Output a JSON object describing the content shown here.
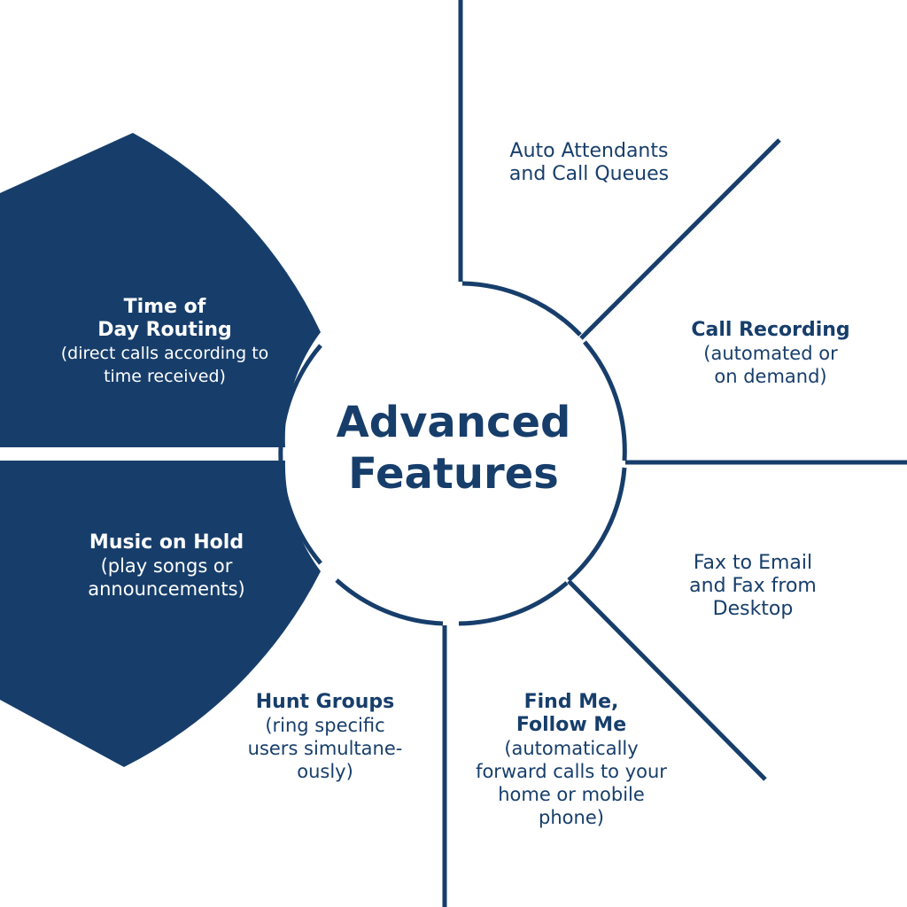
{
  "center": {
    "line1": "Advanced",
    "line2": "Features"
  },
  "colors": {
    "primary": "#173e6b",
    "background": "#ffffff"
  },
  "features": {
    "time_of_day": {
      "title_line1": "Time of",
      "title_line2": "Day Routing",
      "desc_line1": "(direct calls according to",
      "desc_line2": "time received)"
    },
    "music_on_hold": {
      "title": "Music on Hold",
      "desc_line1": "(play songs or",
      "desc_line2": "announcements)"
    },
    "auto_attendants": {
      "line1": "Auto Attendants",
      "line2": "and Call Queues"
    },
    "call_recording": {
      "title": "Call Recording",
      "desc_line1": "(automated or",
      "desc_line2": "on demand)"
    },
    "fax": {
      "line1": "Fax to Email",
      "line2": "and Fax from",
      "line3": "Desktop"
    },
    "find_me": {
      "title_line1": "Find Me,",
      "title_line2": "Follow Me",
      "desc_line1": "(automatically",
      "desc_line2": "forward calls to your",
      "desc_line3": "home or mobile",
      "desc_line4": "phone)"
    },
    "hunt_groups": {
      "title": "Hunt Groups",
      "desc_line1": "(ring specific",
      "desc_line2": "users simultane-",
      "desc_line3": "ously)"
    }
  }
}
